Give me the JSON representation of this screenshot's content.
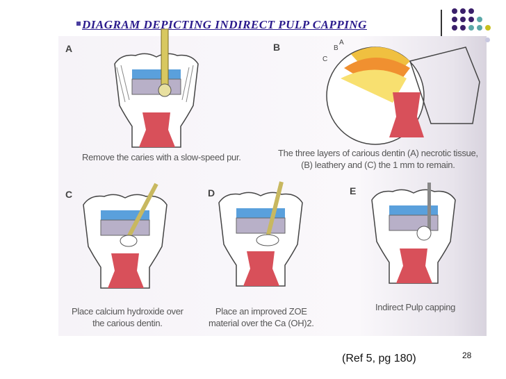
{
  "slide": {
    "title": "DIAGRAM DEPICTING INDIRECT PULP CAPPING",
    "reference": "(Ref 5, pg 180)",
    "page_number": "28"
  },
  "panels": [
    {
      "letter": "A",
      "caption_lines": [
        "Remove the caries with a slow-speed pur."
      ]
    },
    {
      "letter": "B",
      "caption_lines": [
        "The three layers of carious dentin (A) necrotic tissue,",
        "(B) leathery and (C) the 1 mm to remain."
      ],
      "callouts": [
        "A",
        "B",
        "C"
      ]
    },
    {
      "letter": "C",
      "caption_lines": [
        "Place calcium hydroxide over",
        "the carious dentin."
      ]
    },
    {
      "letter": "D",
      "caption_lines": [
        "Place an improved ZOE",
        "material over the Ca (OH)2."
      ]
    },
    {
      "letter": "E",
      "caption_lines": [
        "Indirect Pulp capping"
      ]
    }
  ],
  "colors": {
    "title": "#2a1a8c",
    "enamel_blue": "#5aa0dc",
    "pulp_red": "#d8505a",
    "dentin_gray": "#b8b0c8",
    "dot_purple": "#3a1f6a",
    "dot_teal": "#5aa8a8",
    "dot_yellow": "#c8c020"
  }
}
